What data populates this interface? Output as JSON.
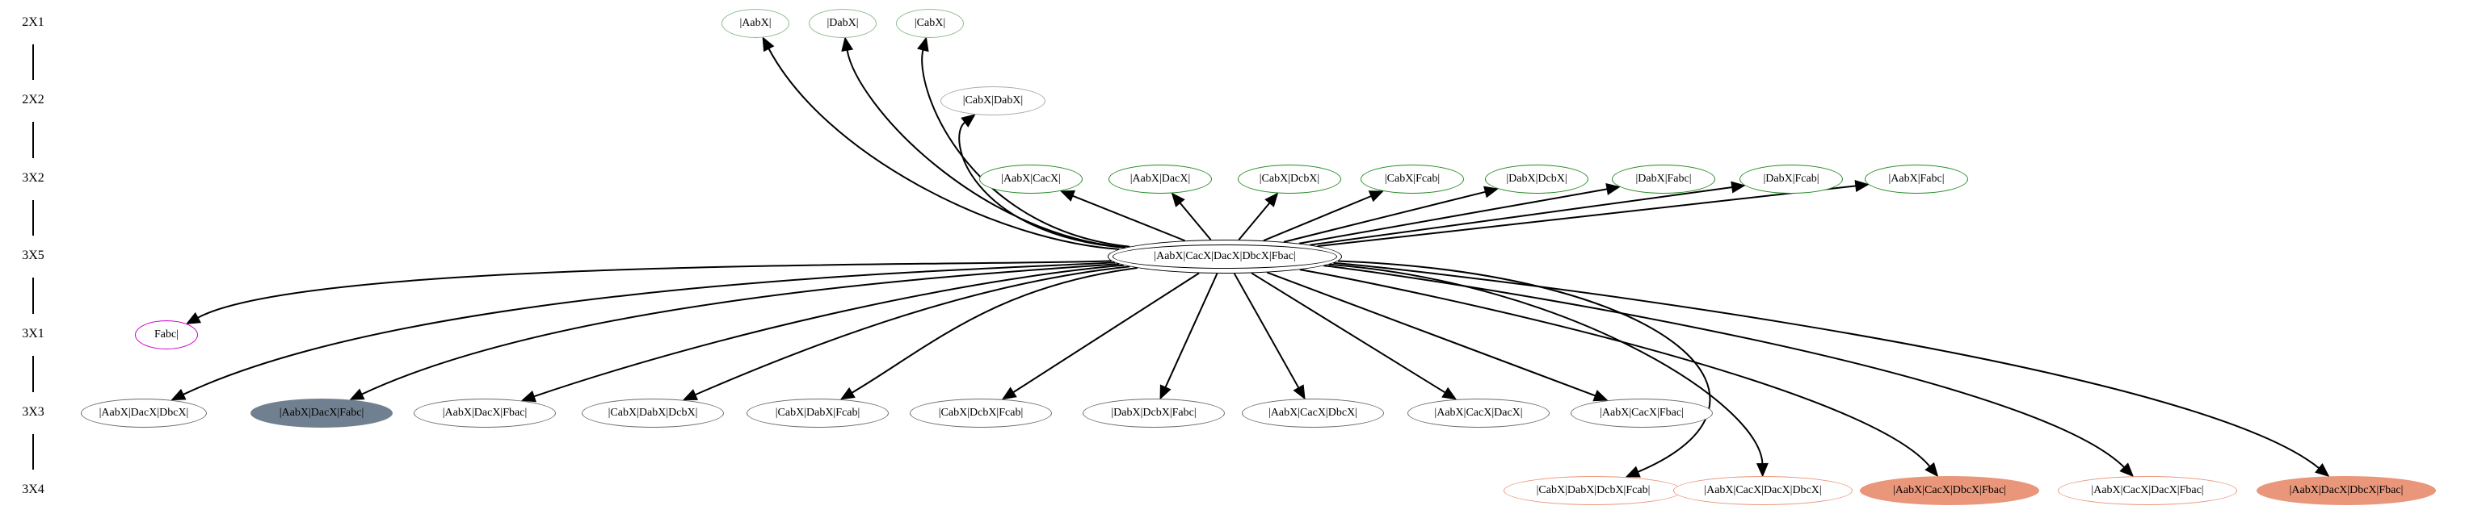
{
  "ranks": [
    {
      "id": "r0",
      "label": "2X1"
    },
    {
      "id": "r1",
      "label": "2X2"
    },
    {
      "id": "r2",
      "label": "3X2"
    },
    {
      "id": "r3",
      "label": "3X5"
    },
    {
      "id": "r4",
      "label": "3X1"
    },
    {
      "id": "r5",
      "label": "3X3"
    },
    {
      "id": "r6",
      "label": "3X4"
    }
  ],
  "nodes": [
    {
      "id": "n_aab",
      "label": "|AabX|",
      "rank": "2X1",
      "border": "#8fbc8f",
      "fill": "#ffffff"
    },
    {
      "id": "n_dab",
      "label": "|DabX|",
      "rank": "2X1",
      "border": "#8fbc8f",
      "fill": "#ffffff"
    },
    {
      "id": "n_cab",
      "label": "|CabX|",
      "rank": "2X1",
      "border": "#8fbc8f",
      "fill": "#ffffff"
    },
    {
      "id": "n_cabdab",
      "label": "|CabX|DabX|",
      "rank": "2X2",
      "border": "#a9a9a9",
      "fill": "#ffffff"
    },
    {
      "id": "n_aabcac",
      "label": "|AabX|CacX|",
      "rank": "3X2",
      "border": "#228b22",
      "fill": "#ffffff"
    },
    {
      "id": "n_aabdac",
      "label": "|AabX|DacX|",
      "rank": "3X2",
      "border": "#228b22",
      "fill": "#ffffff"
    },
    {
      "id": "n_cabdcb",
      "label": "|CabX|DcbX|",
      "rank": "3X2",
      "border": "#228b22",
      "fill": "#ffffff"
    },
    {
      "id": "n_cabfca",
      "label": "|CabX|Fcab|",
      "rank": "3X2",
      "border": "#228b22",
      "fill": "#ffffff"
    },
    {
      "id": "n_dabdcb",
      "label": "|DabX|DcbX|",
      "rank": "3X2",
      "border": "#228b22",
      "fill": "#ffffff"
    },
    {
      "id": "n_dabfab",
      "label": "|DabX|Fabc|",
      "rank": "3X2",
      "border": "#228b22",
      "fill": "#ffffff"
    },
    {
      "id": "n_dabfca",
      "label": "|DabX|Fcab|",
      "rank": "3X2",
      "border": "#228b22",
      "fill": "#ffffff"
    },
    {
      "id": "n_aabfab",
      "label": "|AabX|Fabc|",
      "rank": "3X2",
      "border": "#228b22",
      "fill": "#ffffff"
    },
    {
      "id": "center",
      "label": "|AabX|CacX|DacX|DbcX|Fbac|",
      "rank": "3X5",
      "border": "#000000",
      "fill": "#ffffff"
    },
    {
      "id": "n_fabc",
      "label": "Fabc|",
      "rank": "3X1",
      "border": "#cc00cc",
      "fill": "#ffffff"
    },
    {
      "id": "t1",
      "label": "|AabX|DacX|DbcX|",
      "rank": "3X3",
      "border": "#696969",
      "fill": "#ffffff"
    },
    {
      "id": "t2",
      "label": "|AabX|DacX|Fabc|",
      "rank": "3X3",
      "border": "#708090",
      "fill": "#708090"
    },
    {
      "id": "t3",
      "label": "|AabX|DacX|Fbac|",
      "rank": "3X3",
      "border": "#696969",
      "fill": "#ffffff"
    },
    {
      "id": "t4",
      "label": "|CabX|DabX|DcbX|",
      "rank": "3X3",
      "border": "#696969",
      "fill": "#ffffff"
    },
    {
      "id": "t5",
      "label": "|CabX|DabX|Fcab|",
      "rank": "3X3",
      "border": "#696969",
      "fill": "#ffffff"
    },
    {
      "id": "t6",
      "label": "|CabX|DcbX|Fcab|",
      "rank": "3X3",
      "border": "#696969",
      "fill": "#ffffff"
    },
    {
      "id": "t7",
      "label": "|DabX|DcbX|Fabc|",
      "rank": "3X3",
      "border": "#696969",
      "fill": "#ffffff"
    },
    {
      "id": "t8",
      "label": "|AabX|CacX|DbcX|",
      "rank": "3X3",
      "border": "#696969",
      "fill": "#ffffff"
    },
    {
      "id": "t9",
      "label": "|AabX|CacX|DacX|",
      "rank": "3X3",
      "border": "#696969",
      "fill": "#ffffff"
    },
    {
      "id": "t10",
      "label": "|AabX|CacX|Fbac|",
      "rank": "3X3",
      "border": "#696969",
      "fill": "#ffffff"
    },
    {
      "id": "f1",
      "label": "|CabX|DabX|DcbX|Fcab|",
      "rank": "3X4",
      "border": "#e9967a",
      "fill": "#ffffff"
    },
    {
      "id": "f2",
      "label": "|AabX|CacX|DacX|DbcX|",
      "rank": "3X4",
      "border": "#e9967a",
      "fill": "#ffffff"
    },
    {
      "id": "f3",
      "label": "|AabX|CacX|DbcX|Fbac|",
      "rank": "3X4",
      "border": "#e9967a",
      "fill": "#e9967a"
    },
    {
      "id": "f4",
      "label": "|AabX|CacX|DacX|Fbac|",
      "rank": "3X4",
      "border": "#e9967a",
      "fill": "#ffffff"
    },
    {
      "id": "f5",
      "label": "|AabX|DacX|DbcX|Fbac|",
      "rank": "3X4",
      "border": "#e9967a",
      "fill": "#e9967a"
    }
  ],
  "edges": [
    {
      "from": "center",
      "to": "n_aab"
    },
    {
      "from": "center",
      "to": "n_dab"
    },
    {
      "from": "center",
      "to": "n_cab"
    },
    {
      "from": "center",
      "to": "n_cabdab"
    },
    {
      "from": "center",
      "to": "n_aabcac"
    },
    {
      "from": "center",
      "to": "n_aabdac"
    },
    {
      "from": "center",
      "to": "n_cabdcb"
    },
    {
      "from": "center",
      "to": "n_cabfca"
    },
    {
      "from": "center",
      "to": "n_dabdcb"
    },
    {
      "from": "center",
      "to": "n_dabfab"
    },
    {
      "from": "center",
      "to": "n_dabfca"
    },
    {
      "from": "center",
      "to": "n_aabfab"
    },
    {
      "from": "center",
      "to": "n_fabc"
    },
    {
      "from": "center",
      "to": "t1"
    },
    {
      "from": "center",
      "to": "t2"
    },
    {
      "from": "center",
      "to": "t3"
    },
    {
      "from": "center",
      "to": "t4"
    },
    {
      "from": "center",
      "to": "t5"
    },
    {
      "from": "center",
      "to": "t6"
    },
    {
      "from": "center",
      "to": "t7"
    },
    {
      "from": "center",
      "to": "t8"
    },
    {
      "from": "center",
      "to": "t9"
    },
    {
      "from": "center",
      "to": "t10"
    },
    {
      "from": "center",
      "to": "f1"
    },
    {
      "from": "center",
      "to": "f2"
    },
    {
      "from": "center",
      "to": "f3"
    },
    {
      "from": "center",
      "to": "f4"
    },
    {
      "from": "center",
      "to": "f5"
    }
  ]
}
